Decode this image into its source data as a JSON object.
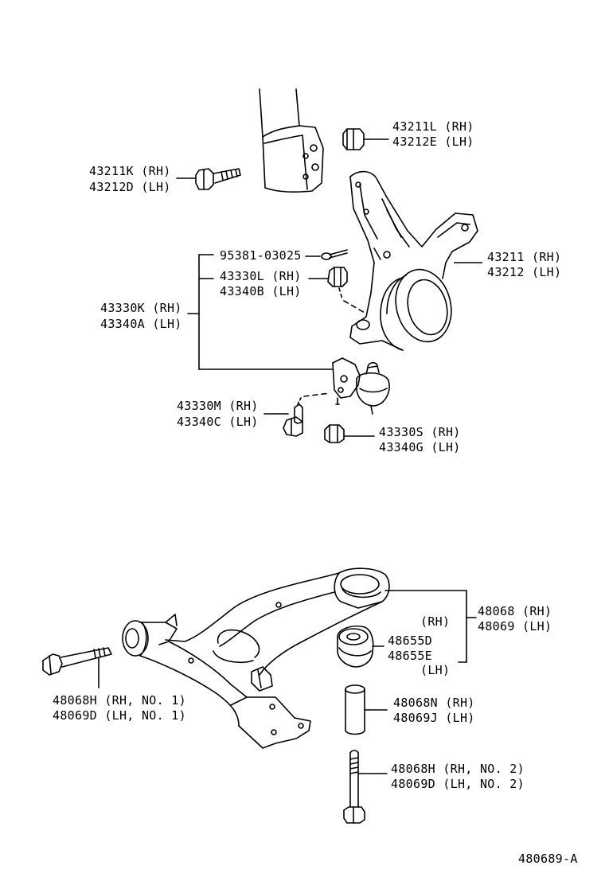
{
  "colors": {
    "ink": "#000000",
    "paper": "#ffffff"
  },
  "labels": {
    "nut_43211l": "43211L (RH)",
    "nut_43212e": "43212E (LH)",
    "bolt_43211k": "43211K (RH)",
    "bolt_43212d": "43212D (LH)",
    "cotter_pin": "95381-03025",
    "castle_nut_43330l": "43330L (RH)",
    "castle_nut_43340b": "43340B (LH)",
    "ball_joint_43330k": "43330K (RH)",
    "ball_joint_43340a": "43340A (LH)",
    "knuckle_43211": "43211 (RH)",
    "knuckle_43212": "43212 (LH)",
    "bolt_43330m": "43330M (RH)",
    "bolt_43340c": "43340C (LH)",
    "nut_43330s": "43330S (RH)",
    "nut_43340g": "43340G (LH)",
    "arm_48068": "48068 (RH)",
    "arm_48069": "48069 (LH)",
    "bushing_rh": "(RH)",
    "bushing_48655d": "48655D",
    "bushing_48655e": "48655E",
    "bushing_lh": "(LH)",
    "bolt_48068h_no1": "48068H (RH, NO. 1)",
    "bolt_48069d_no1": "48069D (LH, NO. 1)",
    "collar_48068n": "48068N (RH)",
    "collar_48069j": "48069J (LH)",
    "bolt_48068h_no2": "48068H (RH, NO. 2)",
    "bolt_48069d_no2": "48069D (LH, NO. 2)",
    "diagram_id": "480689-A"
  }
}
